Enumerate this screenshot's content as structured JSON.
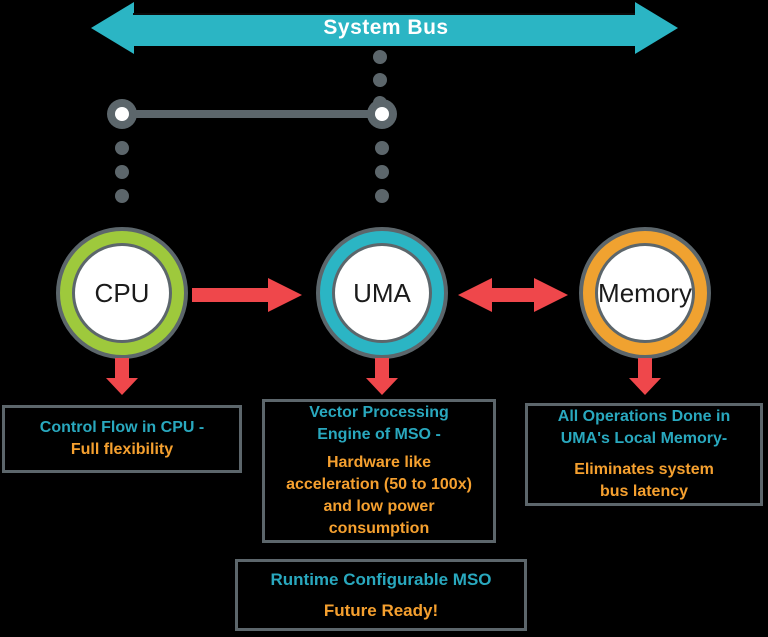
{
  "bus": {
    "label": "System Bus"
  },
  "nodes": {
    "cpu": {
      "label": "CPU"
    },
    "uma": {
      "label": "UMA"
    },
    "memory": {
      "label": "Memory"
    }
  },
  "callouts": {
    "cpu": {
      "teal": "Control Flow in CPU -",
      "orange": "Full flexibility"
    },
    "uma": {
      "teal": "Vector Processing Engine of MSO -",
      "orange": "Hardware like acceleration (50 to 100x) and low power consumption"
    },
    "memory": {
      "teal": "All Operations Done in UMA's Local Memory-",
      "orange": "Eliminates system bus latency"
    },
    "bottom": {
      "teal": "Runtime Configurable MSO",
      "orange": "Future Ready!"
    }
  },
  "colors": {
    "background": "#000000",
    "bus_teal": "#2bb5c4",
    "cpu_ring_green": "#9ec93c",
    "uma_ring_teal": "#2bb5c4",
    "memory_ring_orange": "#f0a230",
    "connector_gray": "#5c666b",
    "arrow_red": "#ef474b",
    "teal_text": "#29a8be",
    "orange_text": "#f5a02f",
    "node_label": "#1b1b1b",
    "bus_label": "#ffffff"
  }
}
